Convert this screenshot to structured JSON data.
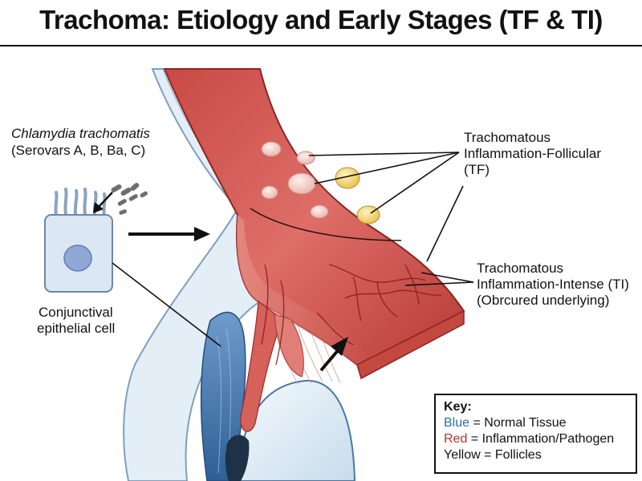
{
  "title": "Trachoma: Etiology and Early Stages (TF & TI)",
  "labels": {
    "pathogen_name": "Chlamydia trachomatis",
    "pathogen_serovars": "(Serovars A, B, Ba, C)",
    "cell_line1": "Conjunctival",
    "cell_line2": "epithelial cell",
    "tf_line1": "Trachomatous",
    "tf_line2": "Inflammation-Follicular",
    "tf_line3": "(TF)",
    "ti_line1": "Trachomatous",
    "ti_line2": "Inflammation-Intense (TI)",
    "ti_line3": "(Obrcured underlying)"
  },
  "key": {
    "title": "Key:",
    "blue_word": "Blue",
    "blue_rest": " = Normal Tissue",
    "red_word": "Red",
    "red_rest": " = Inflammation/Pathogen",
    "yellow_word": "Yellow",
    "yellow_rest": " = Follicles"
  },
  "colors": {
    "normal_tissue": "#2a6fa8",
    "inflammation": "#b5312c",
    "follicle": "#f2d36b",
    "cell_fill": "#dbe7f3",
    "nucleus": "#8fa8d6"
  }
}
